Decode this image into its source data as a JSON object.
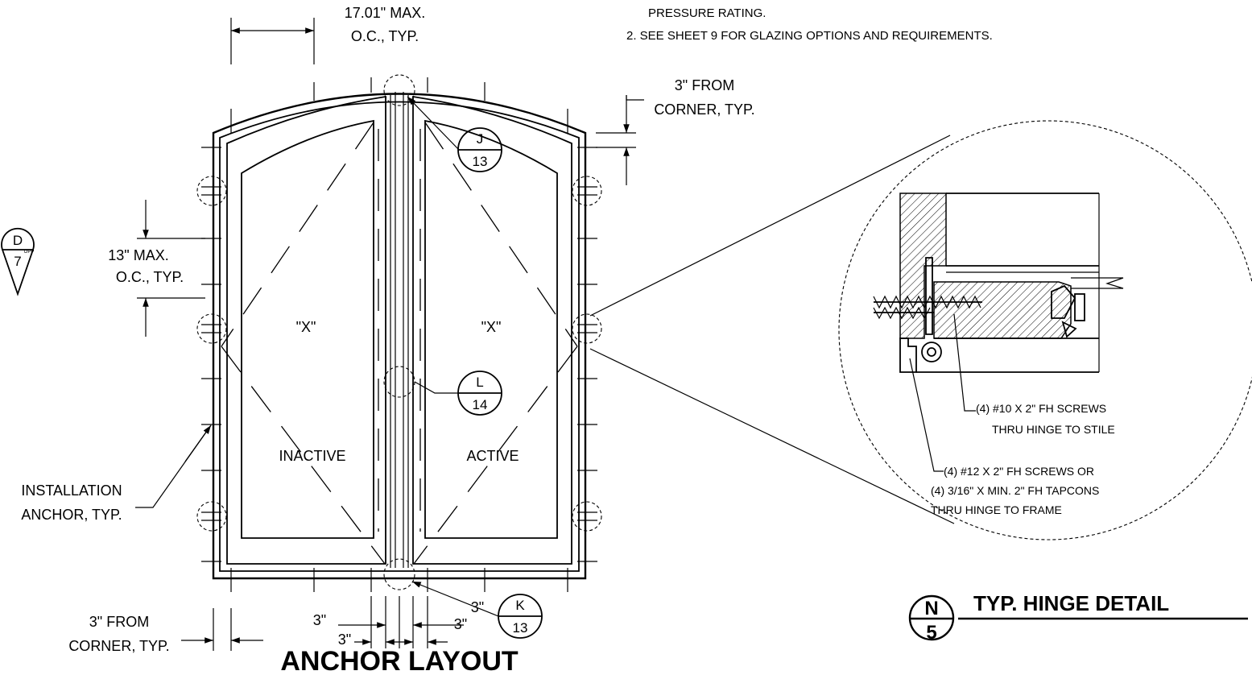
{
  "notes": {
    "note1_tail": "PRESSURE RATING.",
    "note2": "2.  SEE SHEET 9 FOR GLAZING OPTIONS AND REQUIREMENTS."
  },
  "dimensions": {
    "top_oc_line1": "17.01\" MAX.",
    "top_oc_line2": "O.C., TYP.",
    "corner_top_line1": "3\" FROM",
    "corner_top_line2": "CORNER, TYP.",
    "side_oc_line1": "13\" MAX.",
    "side_oc_line2": "O.C., TYP.",
    "corner_bottom_line1": "3\" FROM",
    "corner_bottom_line2": "CORNER, TYP.",
    "three_in_1": "3\"",
    "three_in_2": "3\"",
    "three_in_3": "3\"",
    "three_in_4": "3\""
  },
  "door": {
    "left_panel_mark": "\"X\"",
    "right_panel_mark": "\"X\"",
    "left_leaf": "INACTIVE",
    "right_leaf": "ACTIVE"
  },
  "callouts": {
    "installation_anchor_line1": "INSTALLATION",
    "installation_anchor_line2": "ANCHOR, TYP.",
    "screws_stile_line1": "(4) #10 X 2\" FH SCREWS",
    "screws_stile_line2": "THRU HINGE TO STILE",
    "screws_frame_line1": "(4) #12 X 2\" FH SCREWS OR",
    "screws_frame_line2": "(4) 3/16\" X MIN. 2\" FH TAPCONS",
    "screws_frame_line3": "THRU HINGE TO FRAME"
  },
  "bubbles": {
    "J": {
      "letter": "J",
      "sheet": "13"
    },
    "L": {
      "letter": "L",
      "sheet": "14"
    },
    "K": {
      "letter": "K",
      "sheet": "13"
    },
    "D": {
      "letter": "D",
      "sheet": "7",
      "flag": "OPP"
    }
  },
  "titles": {
    "anchor_layout": "ANCHOR LAYOUT",
    "hinge_detail": "TYP. HINGE DETAIL",
    "hinge_letter": "N",
    "hinge_sheet": "5"
  }
}
